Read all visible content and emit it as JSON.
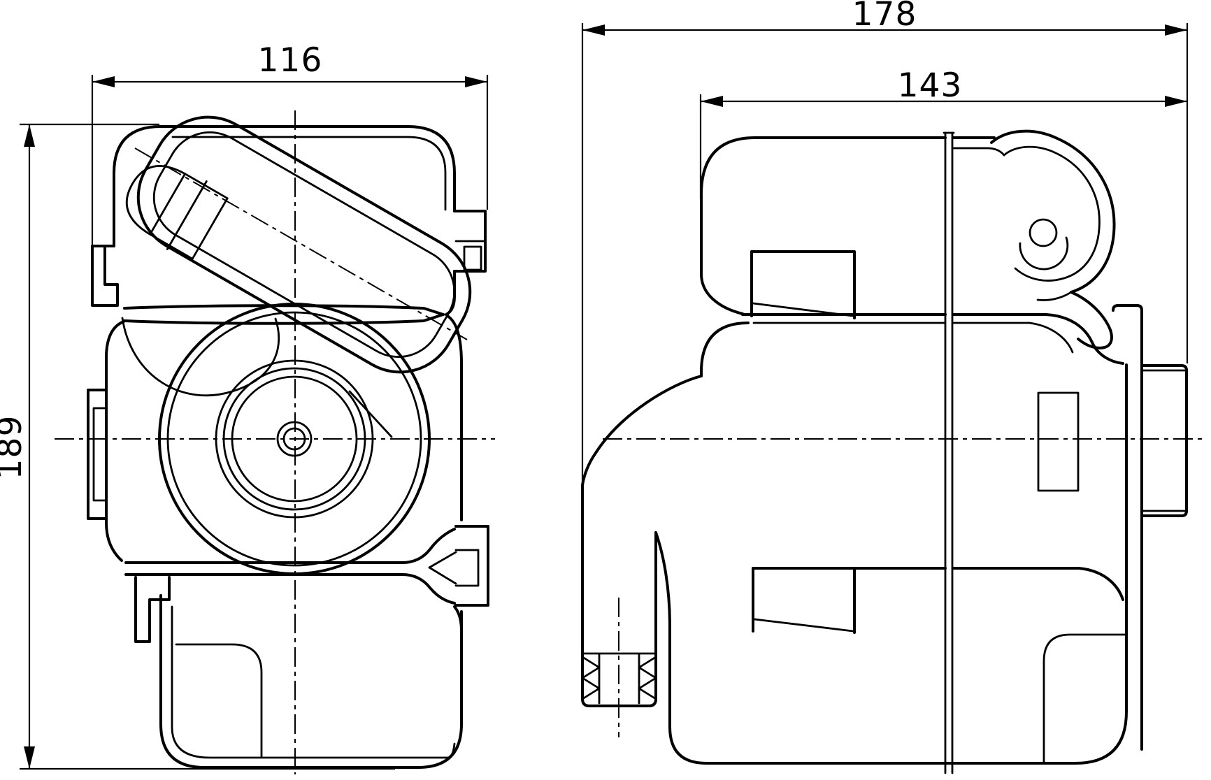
{
  "page": {
    "background": "#ffffff",
    "line_color": "#000000",
    "description": "Engineering drawing, coolant expansion tank, two orthographic views with linear dimensions"
  },
  "views": {
    "front": {
      "name": "front-view"
    },
    "side": {
      "name": "side-view"
    }
  },
  "dimensions": {
    "front_width": {
      "value": "116",
      "orientation": "horizontal"
    },
    "front_height": {
      "value": "189",
      "orientation": "vertical"
    },
    "side_overall_width": {
      "value": "178",
      "orientation": "horizontal"
    },
    "side_body_width": {
      "value": "143",
      "orientation": "horizontal"
    }
  }
}
